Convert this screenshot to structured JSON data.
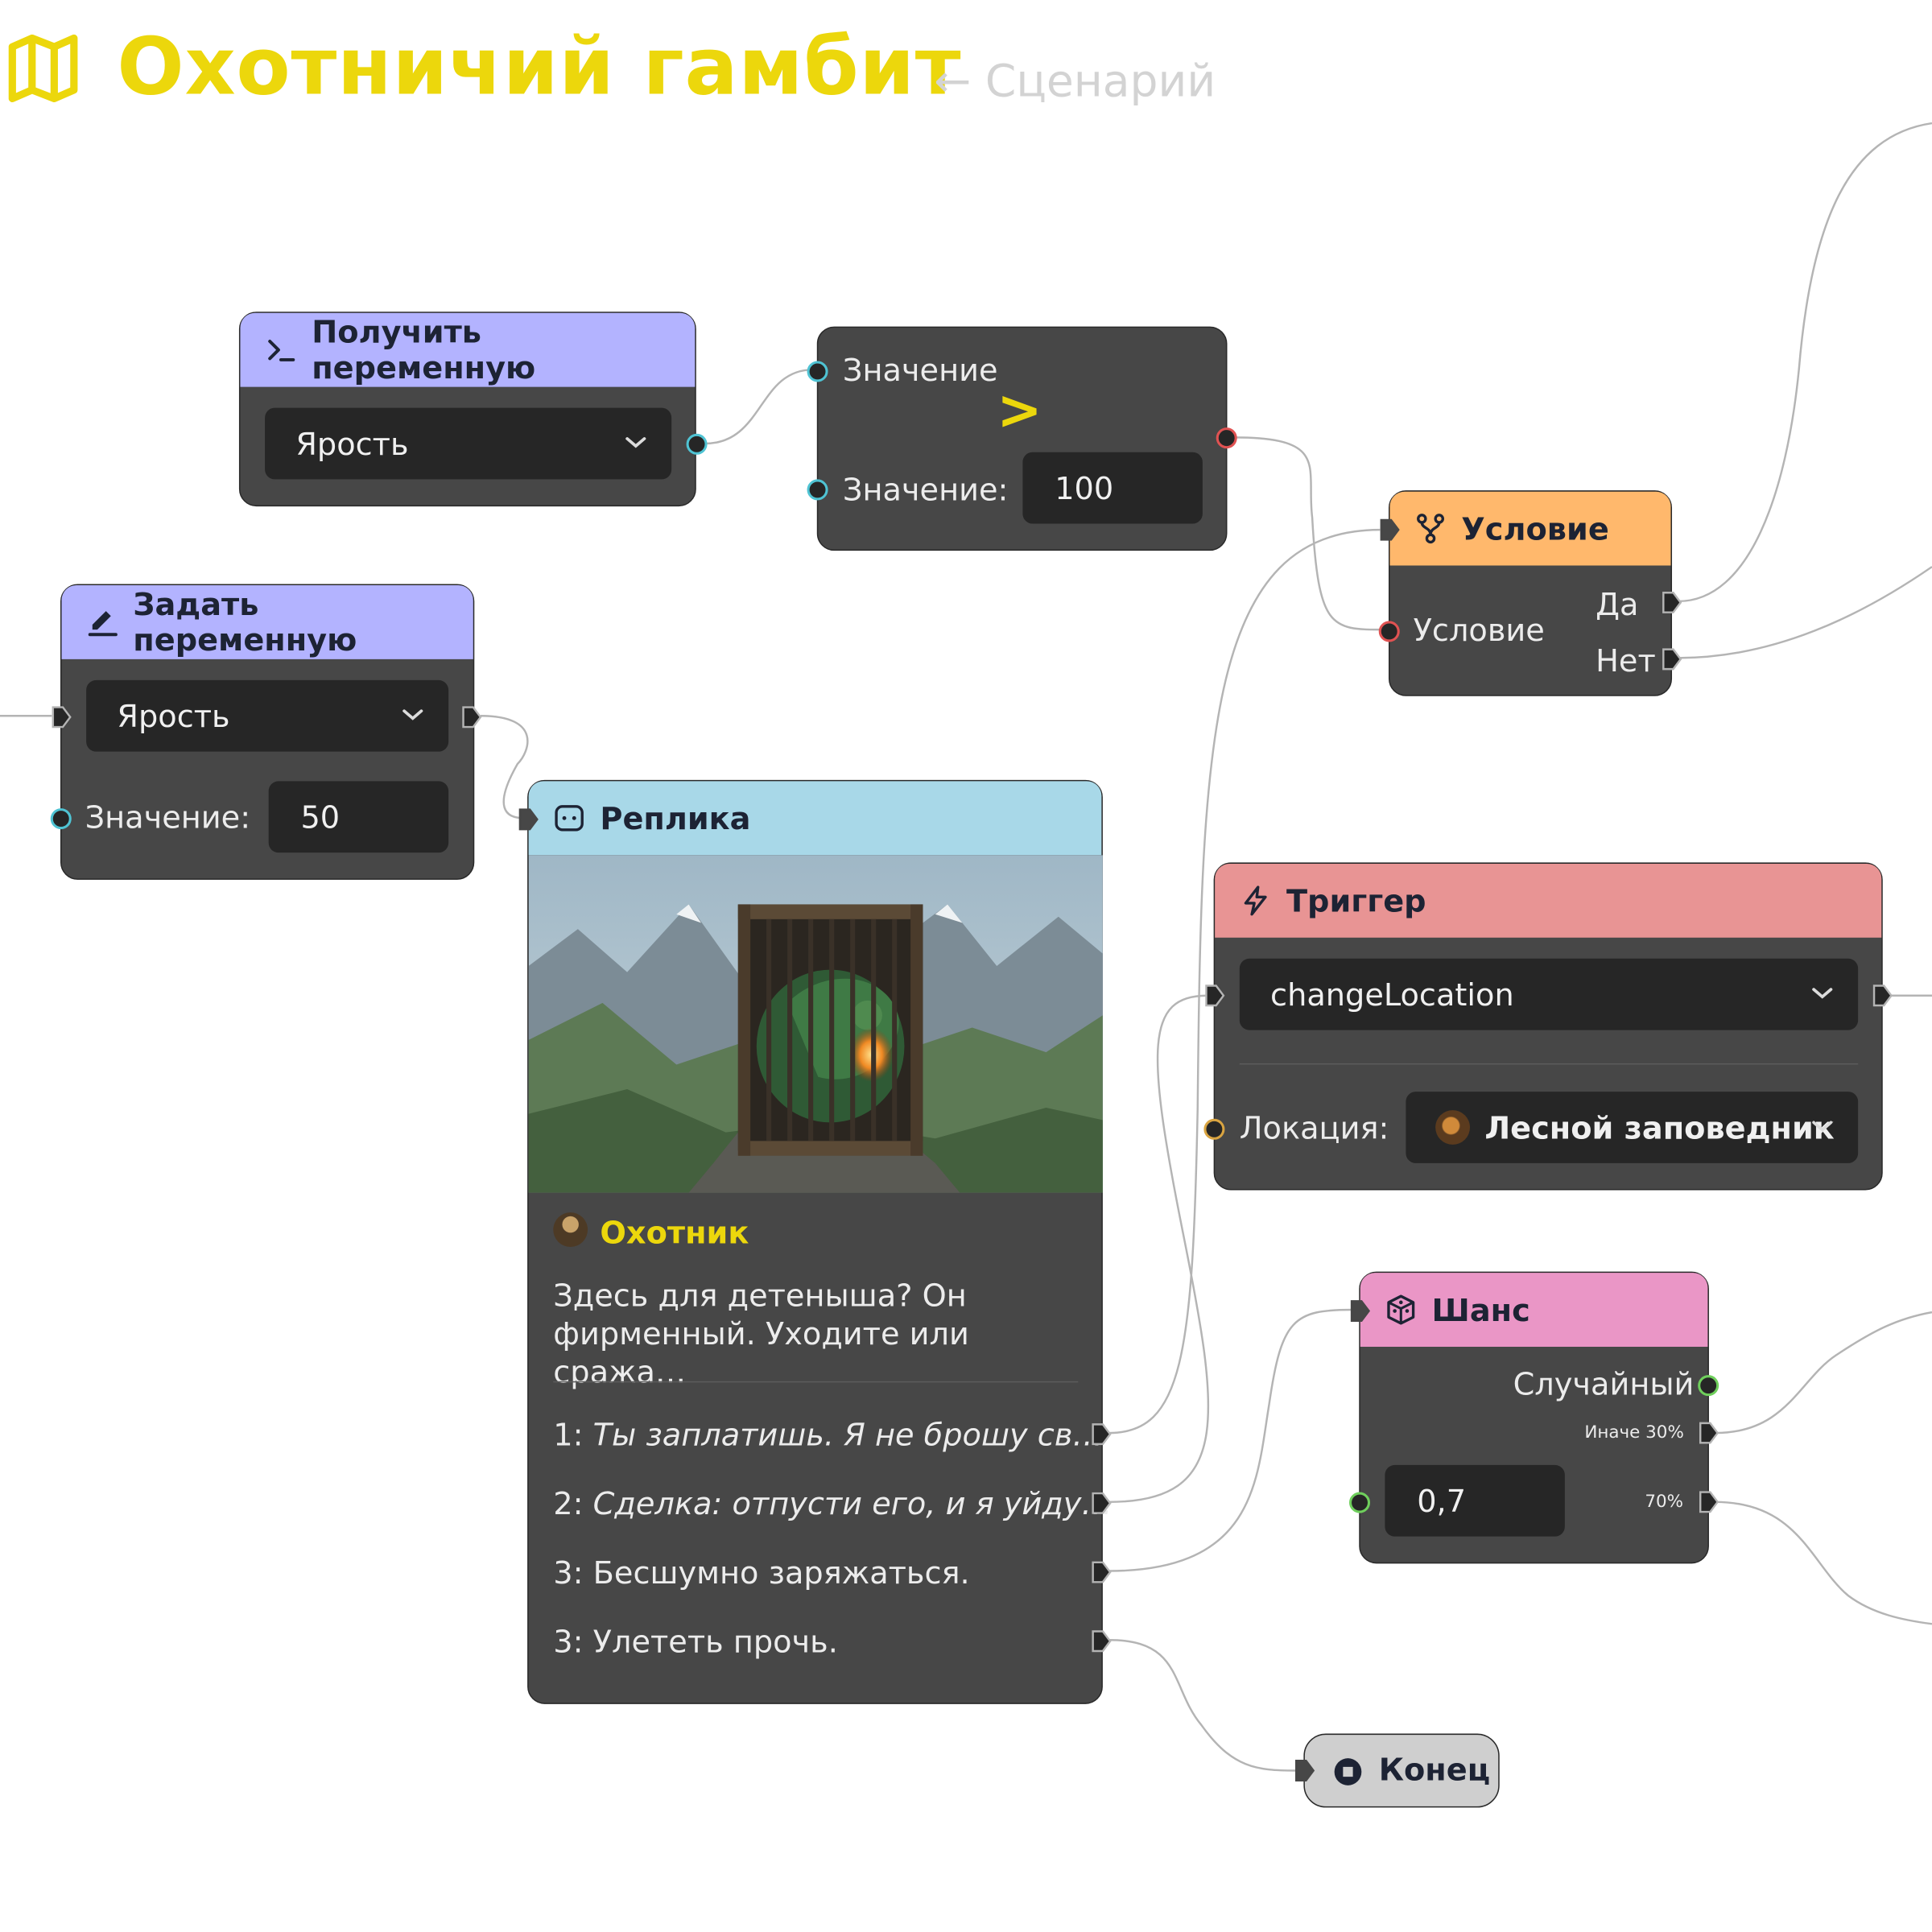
{
  "header": {
    "title": "Охотничий гамбит",
    "back_link": "← Сценарий",
    "icon": "map-icon"
  },
  "colors": {
    "title": "#ecd70c",
    "node_body": "#474747",
    "field": "#262626",
    "get_var_header": "#b3b3ff",
    "set_var_header": "#b3b3ff",
    "dialog_header": "#a8d8e8",
    "condition_header": "#ffb86c",
    "trigger_header": "#e89494",
    "chance_header": "#ea96c6",
    "end_node": "#cfcfcf",
    "wire": "#b4b4b4"
  },
  "get_variable": {
    "title": "Получить переменную",
    "icon": "terminal-icon",
    "variable": "Ярость"
  },
  "compare": {
    "label_top": "Значение",
    "operator": ">",
    "label_value": "Значение:",
    "value": "100"
  },
  "set_variable": {
    "title": "Задать переменную",
    "icon": "pencil-icon",
    "variable": "Ярость",
    "label_value": "Значение:",
    "value": "50"
  },
  "condition": {
    "title": "Условие",
    "icon": "branch-icon",
    "label": "Условие",
    "yes": "Да",
    "no": "Нет"
  },
  "dialog": {
    "title": "Реплика",
    "icon": "chat-icon",
    "image": "caged-dragon-illustration",
    "speaker": "Охотник",
    "text": "Здесь для детеныша? Он фирменный. Уходите или сража…",
    "choices": [
      {
        "num": "1:",
        "text": "Ты заплатишь. Я не брошу св…",
        "italic": true
      },
      {
        "num": "2:",
        "text": "Сделка: отпусти его, и я уйду…",
        "italic": true
      },
      {
        "num": "3:",
        "text": "Бесшумно заряжаться.",
        "italic": false
      },
      {
        "num": "3:",
        "text": "Улететь прочь.",
        "italic": false
      }
    ]
  },
  "trigger": {
    "title": "Триггер",
    "icon": "lightning-icon",
    "event": "changeLocation",
    "label_location": "Локация:",
    "location": "Лесной заповедник"
  },
  "chance": {
    "title": "Шанс",
    "icon": "dice-icon",
    "random_label": "Случайный",
    "else_label": "Иначе 30%",
    "value": "0,7",
    "percent_label": "70%"
  },
  "end": {
    "label": "Конец",
    "icon": "stop-icon"
  }
}
